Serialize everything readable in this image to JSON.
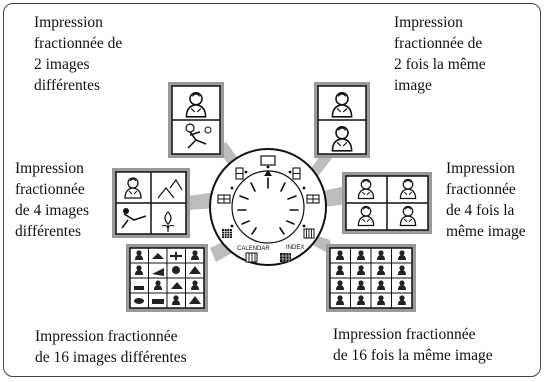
{
  "labels": {
    "top_left": [
      "Impression",
      "fractionnée de",
      "2 images",
      "différentes"
    ],
    "top_right": [
      "Impression",
      "fractionnée de",
      "2 fois la même",
      "image"
    ],
    "mid_left": [
      "Impression",
      "fractionnée",
      "de 4 images",
      "différentes"
    ],
    "mid_right": [
      "Impression",
      "fractionnée",
      "de 4 fois la",
      "même image"
    ],
    "bottom_left": [
      "Impression fractionnée",
      "de 16 images différentes"
    ],
    "bottom_right": [
      "Impression fractionnée",
      "de 16 fois la même image"
    ]
  },
  "dial": {
    "calendar_label": "CALENDAR",
    "index_label": "INDEX"
  },
  "colors": {
    "connector": "#bdbdbd",
    "line": "#222222"
  }
}
